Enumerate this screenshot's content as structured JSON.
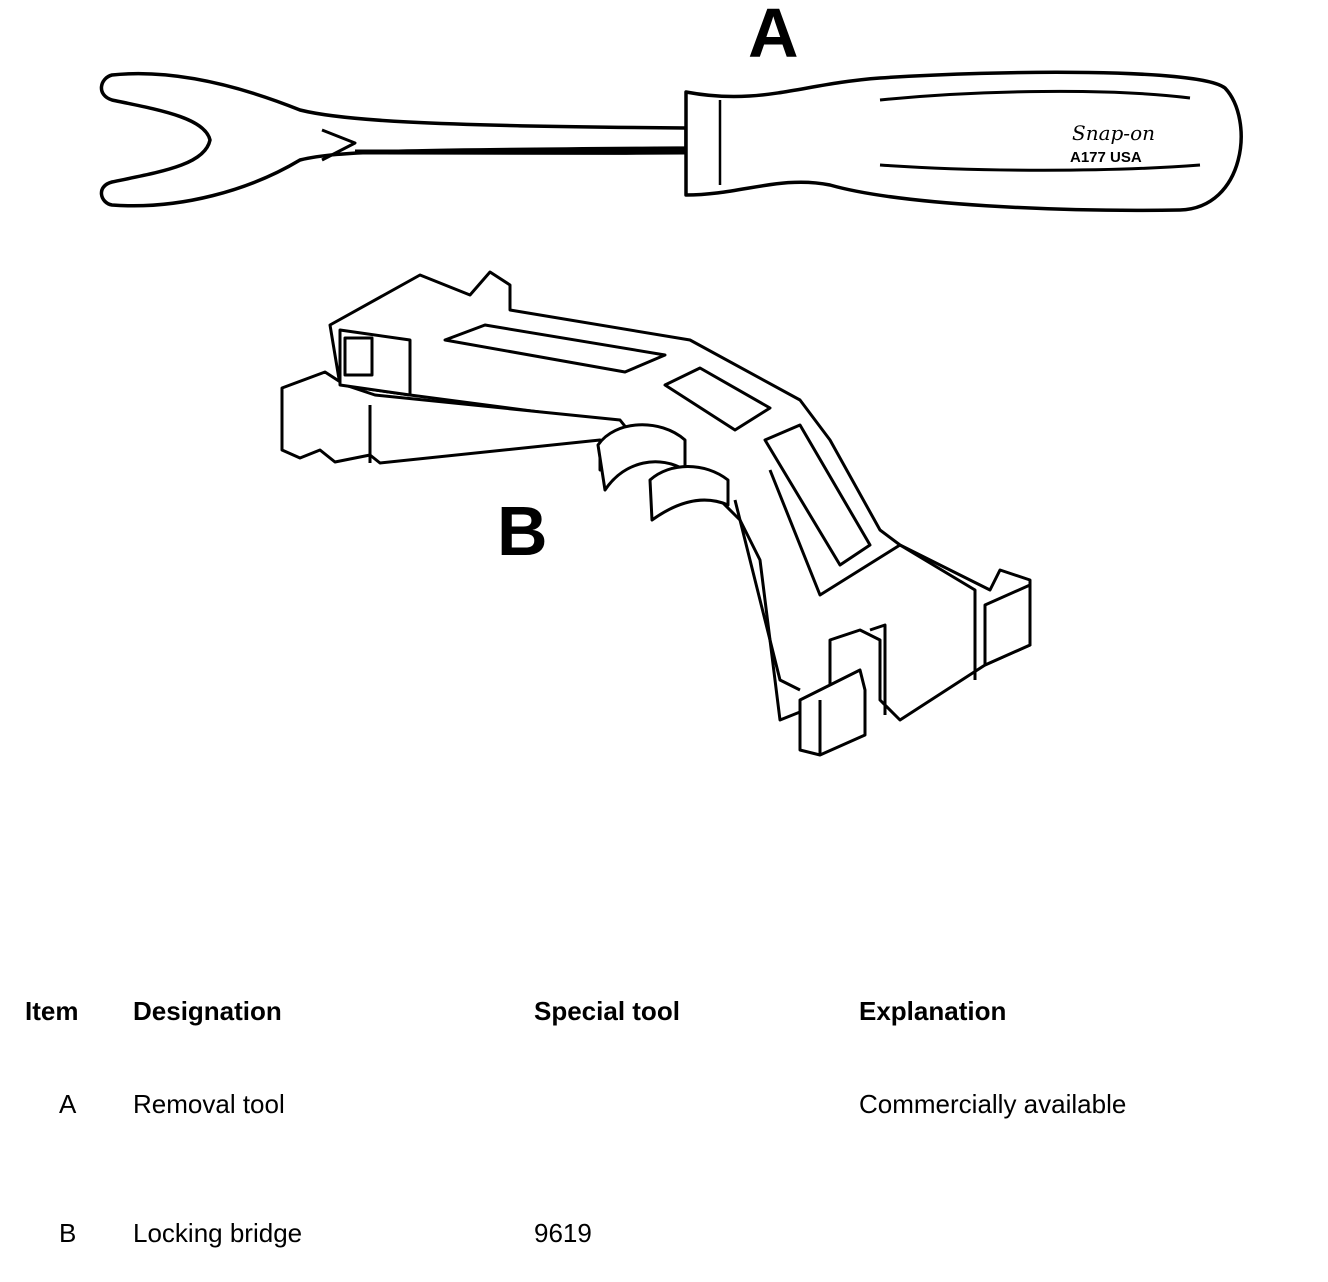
{
  "figure": {
    "label_a": "A",
    "label_b": "B",
    "brand_text": "Snap-on",
    "model_text": "A177 USA"
  },
  "table": {
    "headers": [
      "Item",
      "Designation",
      "Special tool",
      "Explanation"
    ],
    "rows": [
      {
        "item": "A",
        "designation": "Removal tool",
        "special_tool": "",
        "explanation": "Commercially available"
      },
      {
        "item": "B",
        "designation": "Locking bridge",
        "special_tool": "9619",
        "explanation": ""
      }
    ]
  }
}
